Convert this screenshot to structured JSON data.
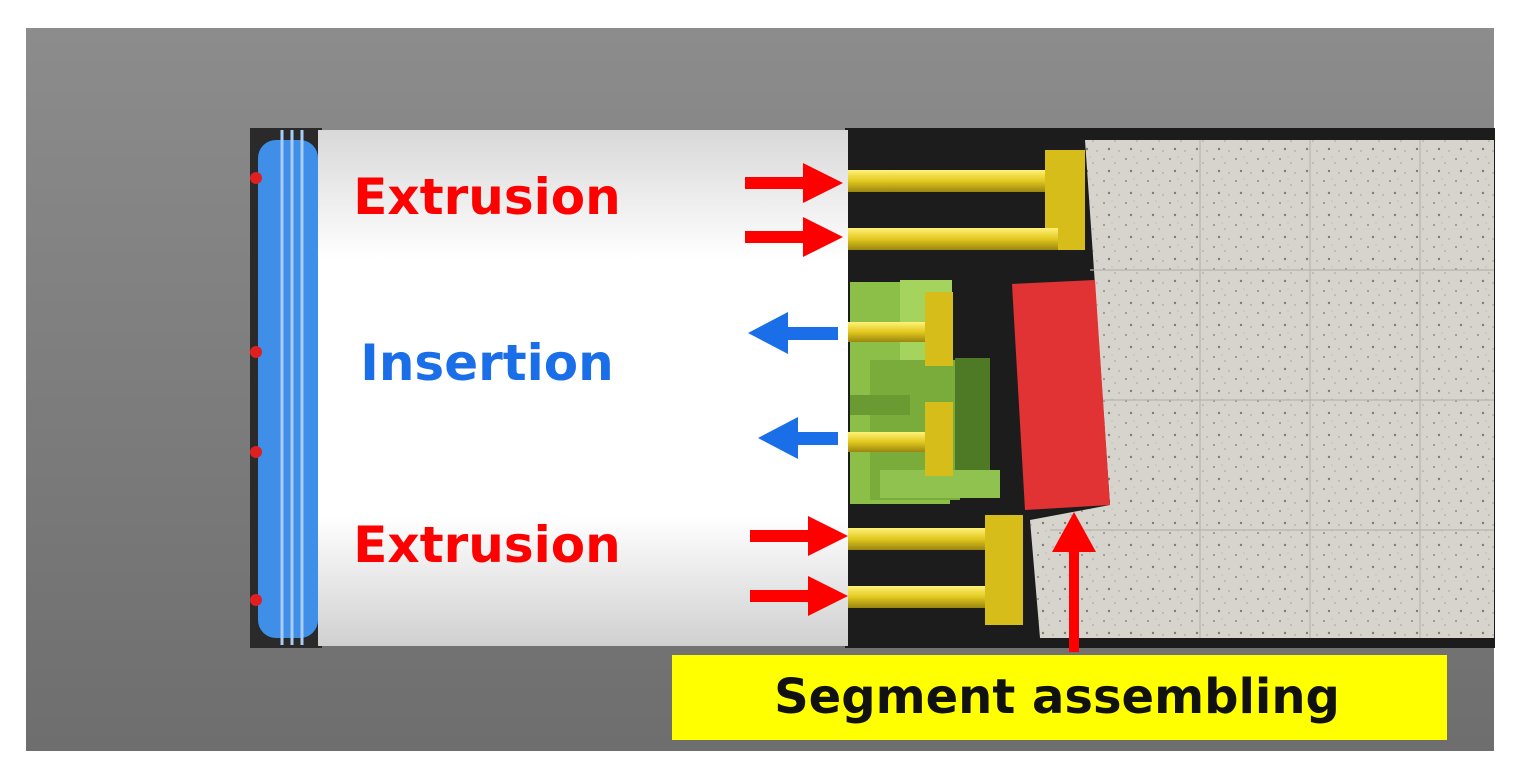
{
  "labels": {
    "extrusion_top": "Extrusion",
    "insertion": "Insertion",
    "extrusion_bottom": "Extrusion",
    "segment_assembling": "Segment assembling"
  },
  "colors": {
    "extrusion": "#ff0000",
    "insertion": "#1a6ee8",
    "segment_block": "#e13333",
    "callout_bg": "#ffff00",
    "jack": "#e8d23a",
    "erector": "#8bbf48",
    "shield_body": "#f4f4f4",
    "shield_tail": "#3f8fe8",
    "background": "#808080",
    "lining": "#d5d3cc"
  }
}
